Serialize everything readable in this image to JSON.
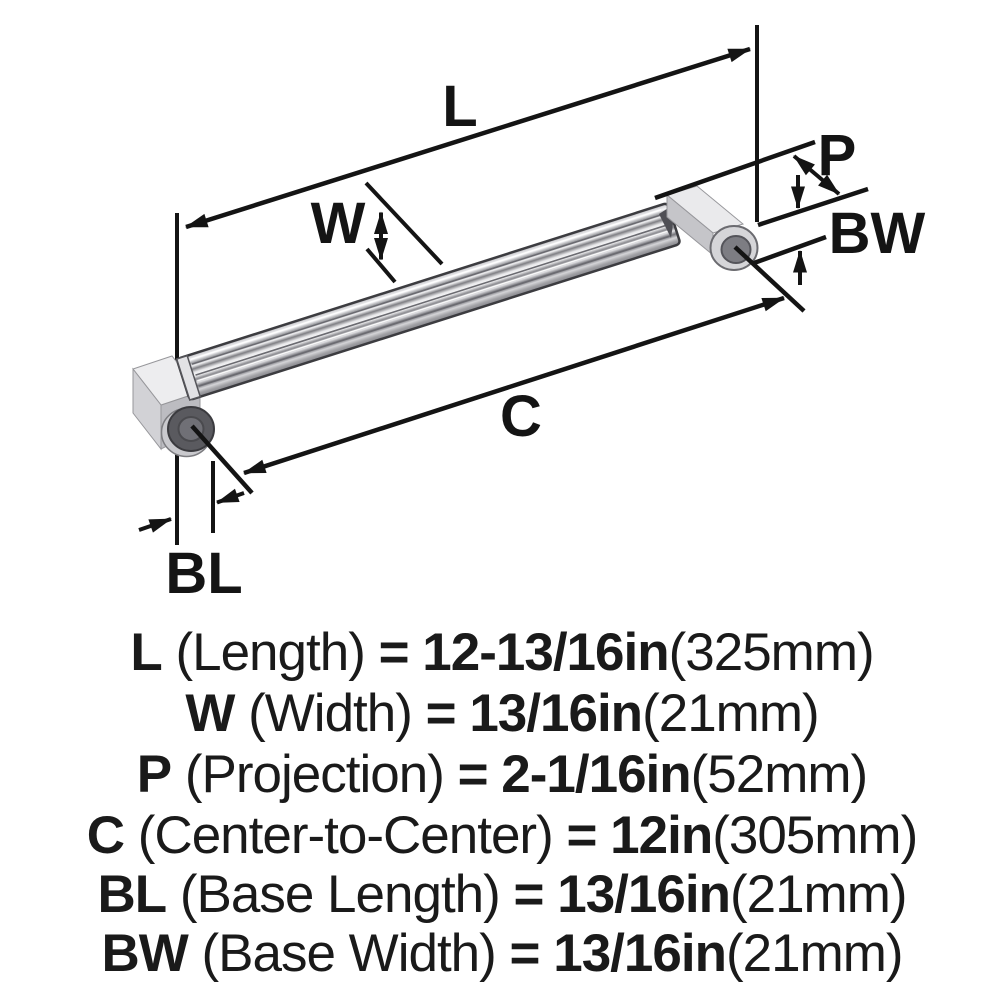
{
  "diagram": {
    "callouts": {
      "length": "L",
      "width": "W",
      "projection": "P",
      "base_width": "BW",
      "center_to_center": "C",
      "base_length": "BL"
    },
    "subject": "cabinet-pull-handle"
  },
  "specs": {
    "rows": [
      {
        "symbol": "L",
        "name": " (Length) ",
        "eq": "= ",
        "imperial": "12-13/16in",
        "metric": "(325mm)"
      },
      {
        "symbol": "W",
        "name": " (Width) ",
        "eq": "= ",
        "imperial": "13/16in",
        "metric": "(21mm)"
      },
      {
        "symbol": "P",
        "name": " (Projection) ",
        "eq": "= ",
        "imperial": "2-1/16in",
        "metric": "(52mm)"
      },
      {
        "symbol": "C",
        "name": " (Center-to-Center) ",
        "eq": "= ",
        "imperial": "12in",
        "metric": "(305mm)"
      },
      {
        "symbol": "BL",
        "name": " (Base Length) ",
        "eq": "= ",
        "imperial": "13/16in",
        "metric": "(21mm)"
      },
      {
        "symbol": "BW",
        "name": " (Base Width) ",
        "eq": "= ",
        "imperial": "13/16in",
        "metric": "(21mm)"
      }
    ]
  },
  "colors": {
    "ink": "#141414",
    "background": "#ffffff",
    "chrome_light": "#ededef",
    "chrome_mid": "#c9c9cd",
    "chrome_dark": "#5a5a5f"
  }
}
